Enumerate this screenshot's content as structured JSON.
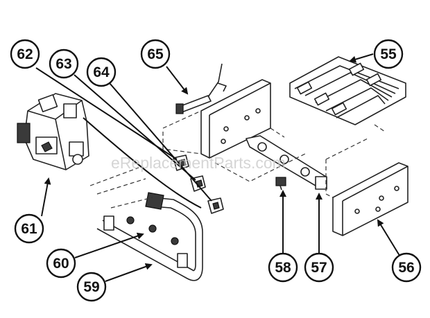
{
  "watermark": "eReplacementParts.com",
  "callouts": [
    {
      "id": "c55",
      "label": "55"
    },
    {
      "id": "c56",
      "label": "56"
    },
    {
      "id": "c57",
      "label": "57"
    },
    {
      "id": "c58",
      "label": "58"
    },
    {
      "id": "c59",
      "label": "59"
    },
    {
      "id": "c60",
      "label": "60"
    },
    {
      "id": "c61",
      "label": "61"
    },
    {
      "id": "c62",
      "label": "62"
    },
    {
      "id": "c63",
      "label": "63"
    },
    {
      "id": "c64",
      "label": "64"
    },
    {
      "id": "c65",
      "label": "65"
    }
  ]
}
